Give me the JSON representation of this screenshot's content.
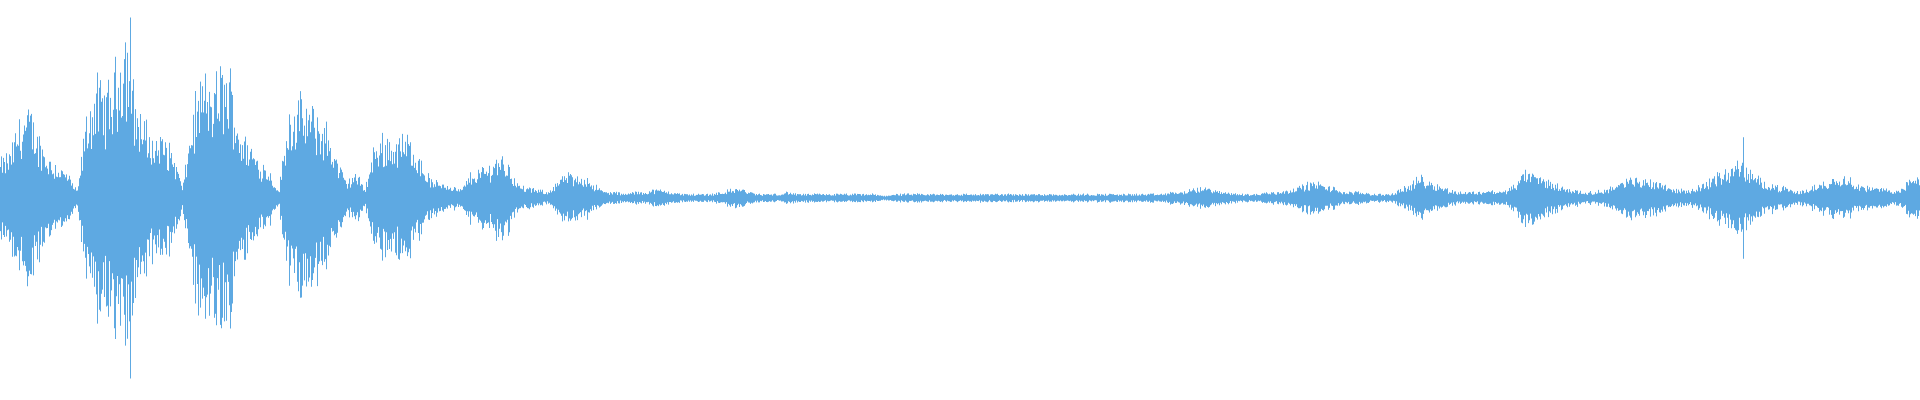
{
  "waveform": {
    "color": "#5ea9e2",
    "background": "#ffffff",
    "envelope": [
      [
        0.0,
        0.18
      ],
      [
        0.005,
        0.22
      ],
      [
        0.01,
        0.38
      ],
      [
        0.015,
        0.42
      ],
      [
        0.02,
        0.3
      ],
      [
        0.025,
        0.2
      ],
      [
        0.03,
        0.16
      ],
      [
        0.035,
        0.12
      ],
      [
        0.04,
        0.03
      ],
      [
        0.045,
        0.4
      ],
      [
        0.05,
        0.55
      ],
      [
        0.055,
        0.5
      ],
      [
        0.06,
        0.62
      ],
      [
        0.065,
        0.82
      ],
      [
        0.07,
        0.48
      ],
      [
        0.075,
        0.36
      ],
      [
        0.08,
        0.28
      ],
      [
        0.085,
        0.3
      ],
      [
        0.09,
        0.22
      ],
      [
        0.095,
        0.05
      ],
      [
        0.1,
        0.4
      ],
      [
        0.105,
        0.58
      ],
      [
        0.11,
        0.52
      ],
      [
        0.115,
        0.62
      ],
      [
        0.12,
        0.58
      ],
      [
        0.125,
        0.32
      ],
      [
        0.13,
        0.26
      ],
      [
        0.135,
        0.18
      ],
      [
        0.14,
        0.14
      ],
      [
        0.145,
        0.03
      ],
      [
        0.15,
        0.42
      ],
      [
        0.155,
        0.46
      ],
      [
        0.16,
        0.44
      ],
      [
        0.165,
        0.4
      ],
      [
        0.17,
        0.34
      ],
      [
        0.175,
        0.2
      ],
      [
        0.18,
        0.08
      ],
      [
        0.185,
        0.12
      ],
      [
        0.19,
        0.05
      ],
      [
        0.195,
        0.26
      ],
      [
        0.2,
        0.3
      ],
      [
        0.205,
        0.28
      ],
      [
        0.21,
        0.3
      ],
      [
        0.215,
        0.28
      ],
      [
        0.22,
        0.16
      ],
      [
        0.225,
        0.08
      ],
      [
        0.23,
        0.08
      ],
      [
        0.235,
        0.06
      ],
      [
        0.24,
        0.04
      ],
      [
        0.245,
        0.12
      ],
      [
        0.25,
        0.14
      ],
      [
        0.255,
        0.16
      ],
      [
        0.26,
        0.22
      ],
      [
        0.265,
        0.16
      ],
      [
        0.27,
        0.06
      ],
      [
        0.275,
        0.05
      ],
      [
        0.28,
        0.04
      ],
      [
        0.285,
        0.03
      ],
      [
        0.29,
        0.08
      ],
      [
        0.295,
        0.12
      ],
      [
        0.3,
        0.1
      ],
      [
        0.305,
        0.11
      ],
      [
        0.31,
        0.06
      ],
      [
        0.315,
        0.03
      ],
      [
        0.32,
        0.03
      ],
      [
        0.325,
        0.02
      ],
      [
        0.33,
        0.03
      ],
      [
        0.335,
        0.03
      ],
      [
        0.34,
        0.04
      ],
      [
        0.345,
        0.04
      ],
      [
        0.35,
        0.03
      ],
      [
        0.355,
        0.02
      ],
      [
        0.36,
        0.02
      ],
      [
        0.365,
        0.02
      ],
      [
        0.37,
        0.02
      ],
      [
        0.375,
        0.03
      ],
      [
        0.38,
        0.04
      ],
      [
        0.385,
        0.05
      ],
      [
        0.39,
        0.03
      ],
      [
        0.395,
        0.02
      ],
      [
        0.4,
        0.02
      ],
      [
        0.405,
        0.02
      ],
      [
        0.41,
        0.03
      ],
      [
        0.415,
        0.02
      ],
      [
        0.42,
        0.02
      ],
      [
        0.425,
        0.02
      ],
      [
        0.43,
        0.02
      ],
      [
        0.435,
        0.02
      ],
      [
        0.44,
        0.02
      ],
      [
        0.445,
        0.02
      ],
      [
        0.45,
        0.02
      ],
      [
        0.455,
        0.02
      ],
      [
        0.46,
        0.01
      ],
      [
        0.465,
        0.02
      ],
      [
        0.47,
        0.02
      ],
      [
        0.475,
        0.02
      ],
      [
        0.48,
        0.02
      ],
      [
        0.485,
        0.02
      ],
      [
        0.49,
        0.02
      ],
      [
        0.495,
        0.02
      ],
      [
        0.5,
        0.02
      ],
      [
        0.505,
        0.02
      ],
      [
        0.51,
        0.02
      ],
      [
        0.515,
        0.02
      ],
      [
        0.52,
        0.02
      ],
      [
        0.525,
        0.02
      ],
      [
        0.53,
        0.02
      ],
      [
        0.535,
        0.02
      ],
      [
        0.54,
        0.02
      ],
      [
        0.545,
        0.02
      ],
      [
        0.55,
        0.02
      ],
      [
        0.555,
        0.02
      ],
      [
        0.56,
        0.02
      ],
      [
        0.565,
        0.02
      ],
      [
        0.57,
        0.02
      ],
      [
        0.575,
        0.02
      ],
      [
        0.58,
        0.02
      ],
      [
        0.585,
        0.02
      ],
      [
        0.59,
        0.02
      ],
      [
        0.595,
        0.02
      ],
      [
        0.6,
        0.02
      ],
      [
        0.605,
        0.02
      ],
      [
        0.61,
        0.03
      ],
      [
        0.615,
        0.03
      ],
      [
        0.62,
        0.04
      ],
      [
        0.625,
        0.05
      ],
      [
        0.63,
        0.05
      ],
      [
        0.635,
        0.03
      ],
      [
        0.64,
        0.03
      ],
      [
        0.645,
        0.02
      ],
      [
        0.65,
        0.02
      ],
      [
        0.655,
        0.02
      ],
      [
        0.66,
        0.03
      ],
      [
        0.665,
        0.03
      ],
      [
        0.67,
        0.04
      ],
      [
        0.675,
        0.05
      ],
      [
        0.68,
        0.07
      ],
      [
        0.685,
        0.08
      ],
      [
        0.69,
        0.06
      ],
      [
        0.695,
        0.05
      ],
      [
        0.7,
        0.03
      ],
      [
        0.705,
        0.03
      ],
      [
        0.71,
        0.03
      ],
      [
        0.715,
        0.02
      ],
      [
        0.72,
        0.02
      ],
      [
        0.725,
        0.02
      ],
      [
        0.73,
        0.05
      ],
      [
        0.735,
        0.07
      ],
      [
        0.74,
        0.11
      ],
      [
        0.745,
        0.08
      ],
      [
        0.75,
        0.06
      ],
      [
        0.755,
        0.04
      ],
      [
        0.76,
        0.03
      ],
      [
        0.765,
        0.03
      ],
      [
        0.77,
        0.03
      ],
      [
        0.775,
        0.04
      ],
      [
        0.78,
        0.03
      ],
      [
        0.785,
        0.04
      ],
      [
        0.79,
        0.08
      ],
      [
        0.795,
        0.14
      ],
      [
        0.8,
        0.11
      ],
      [
        0.805,
        0.09
      ],
      [
        0.81,
        0.07
      ],
      [
        0.815,
        0.05
      ],
      [
        0.82,
        0.04
      ],
      [
        0.825,
        0.03
      ],
      [
        0.83,
        0.03
      ],
      [
        0.835,
        0.04
      ],
      [
        0.84,
        0.06
      ],
      [
        0.845,
        0.08
      ],
      [
        0.85,
        0.1
      ],
      [
        0.855,
        0.09
      ],
      [
        0.86,
        0.09
      ],
      [
        0.865,
        0.08
      ],
      [
        0.87,
        0.05
      ],
      [
        0.875,
        0.04
      ],
      [
        0.88,
        0.04
      ],
      [
        0.885,
        0.06
      ],
      [
        0.89,
        0.09
      ],
      [
        0.895,
        0.12
      ],
      [
        0.9,
        0.14
      ],
      [
        0.905,
        0.18
      ],
      [
        0.91,
        0.14
      ],
      [
        0.915,
        0.1
      ],
      [
        0.92,
        0.08
      ],
      [
        0.925,
        0.06
      ],
      [
        0.93,
        0.05
      ],
      [
        0.935,
        0.03
      ],
      [
        0.94,
        0.04
      ],
      [
        0.945,
        0.06
      ],
      [
        0.95,
        0.08
      ],
      [
        0.955,
        0.1
      ],
      [
        0.96,
        0.12
      ],
      [
        0.965,
        0.08
      ],
      [
        0.97,
        0.06
      ],
      [
        0.975,
        0.05
      ],
      [
        0.98,
        0.05
      ],
      [
        0.985,
        0.04
      ],
      [
        0.99,
        0.04
      ],
      [
        0.995,
        0.1
      ],
      [
        1.0,
        0.12
      ]
    ]
  }
}
